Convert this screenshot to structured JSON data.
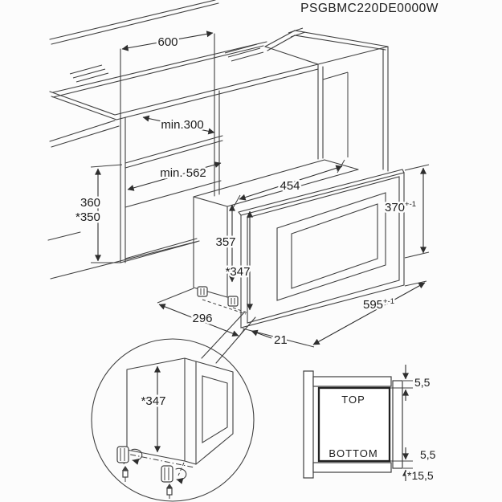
{
  "title": "PSGBMC220DE0000W",
  "colors": {
    "line": "#3f3f3f",
    "text": "#1c1c1c",
    "background": "#fcfcfc"
  },
  "main_view": {
    "dims": {
      "cabinet_width": "600",
      "upper_depth": "min.300",
      "niche_depth": "min. 562",
      "niche_height": "360",
      "niche_height_reduced": "*350",
      "body_width": "454",
      "body_height": "357",
      "body_height_adjusted": "*347",
      "frame_height": {
        "value": "370",
        "tol": "+-1"
      },
      "frame_width": {
        "value": "595",
        "tol": "+-1"
      },
      "body_depth": "296",
      "front_clearance": "21"
    }
  },
  "detail_view": {
    "adjusted_height": "*347"
  },
  "section_view": {
    "top_label": "TOP",
    "bottom_label": "BOTTOM",
    "top_overlap": "5,5",
    "bottom_overlap": "5,5",
    "bottom_adjustable": "*15,5"
  }
}
